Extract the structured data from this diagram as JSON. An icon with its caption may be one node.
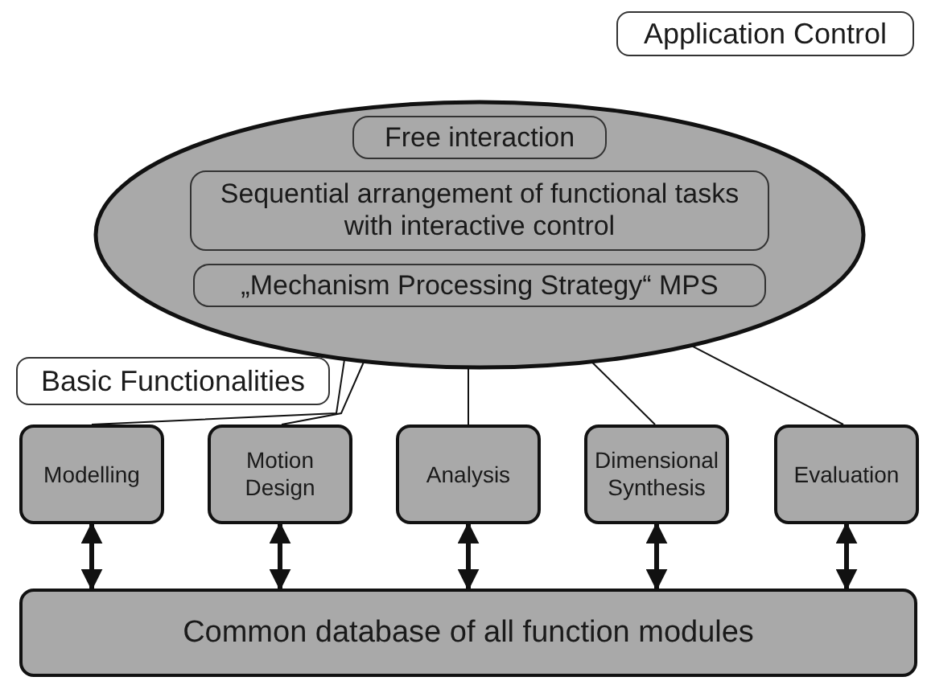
{
  "diagram": {
    "nodes": [
      {
        "text": [
          "Application Control"
        ]
      },
      {
        "text": [],
        "shape": "ellipse"
      },
      {
        "text": [
          "Free interaction"
        ],
        "in": 1
      },
      {
        "text": [
          "Sequential arrangement of functional tasks with interactive control"
        ],
        "in": 1
      },
      {
        "text": [
          "„Mechanism Processing Strategy“ MPS"
        ],
        "in": 1
      },
      {
        "text": [
          "Basic Functionalities"
        ]
      },
      {
        "text": [
          "Modelling"
        ]
      },
      {
        "text": [
          "Motion Design"
        ]
      },
      {
        "text": [
          "Analysis"
        ]
      },
      {
        "text": [
          "Dimensional Synthesis"
        ]
      },
      {
        "text": [
          "Evaluation"
        ]
      },
      {
        "text": [
          "Common database of all function modules"
        ]
      }
    ],
    "edges": [
      {
        "from": 1,
        "to": 6,
        "arrow": "none"
      },
      {
        "from": 1,
        "to": 7,
        "arrow": "none"
      },
      {
        "from": 1,
        "to": 8,
        "arrow": "none"
      },
      {
        "from": 1,
        "to": 9,
        "arrow": "none"
      },
      {
        "from": 1,
        "to": 10,
        "arrow": "none"
      },
      {
        "from": 6,
        "to": 11,
        "arrow": "both",
        "style": "thick"
      },
      {
        "from": 7,
        "to": 11,
        "arrow": "both",
        "style": "thick"
      },
      {
        "from": 8,
        "to": 11,
        "arrow": "both",
        "style": "thick"
      },
      {
        "from": 9,
        "to": 11,
        "arrow": "both",
        "style": "thick"
      },
      {
        "from": 10,
        "to": 11,
        "arrow": "both",
        "style": "thick"
      }
    ]
  }
}
